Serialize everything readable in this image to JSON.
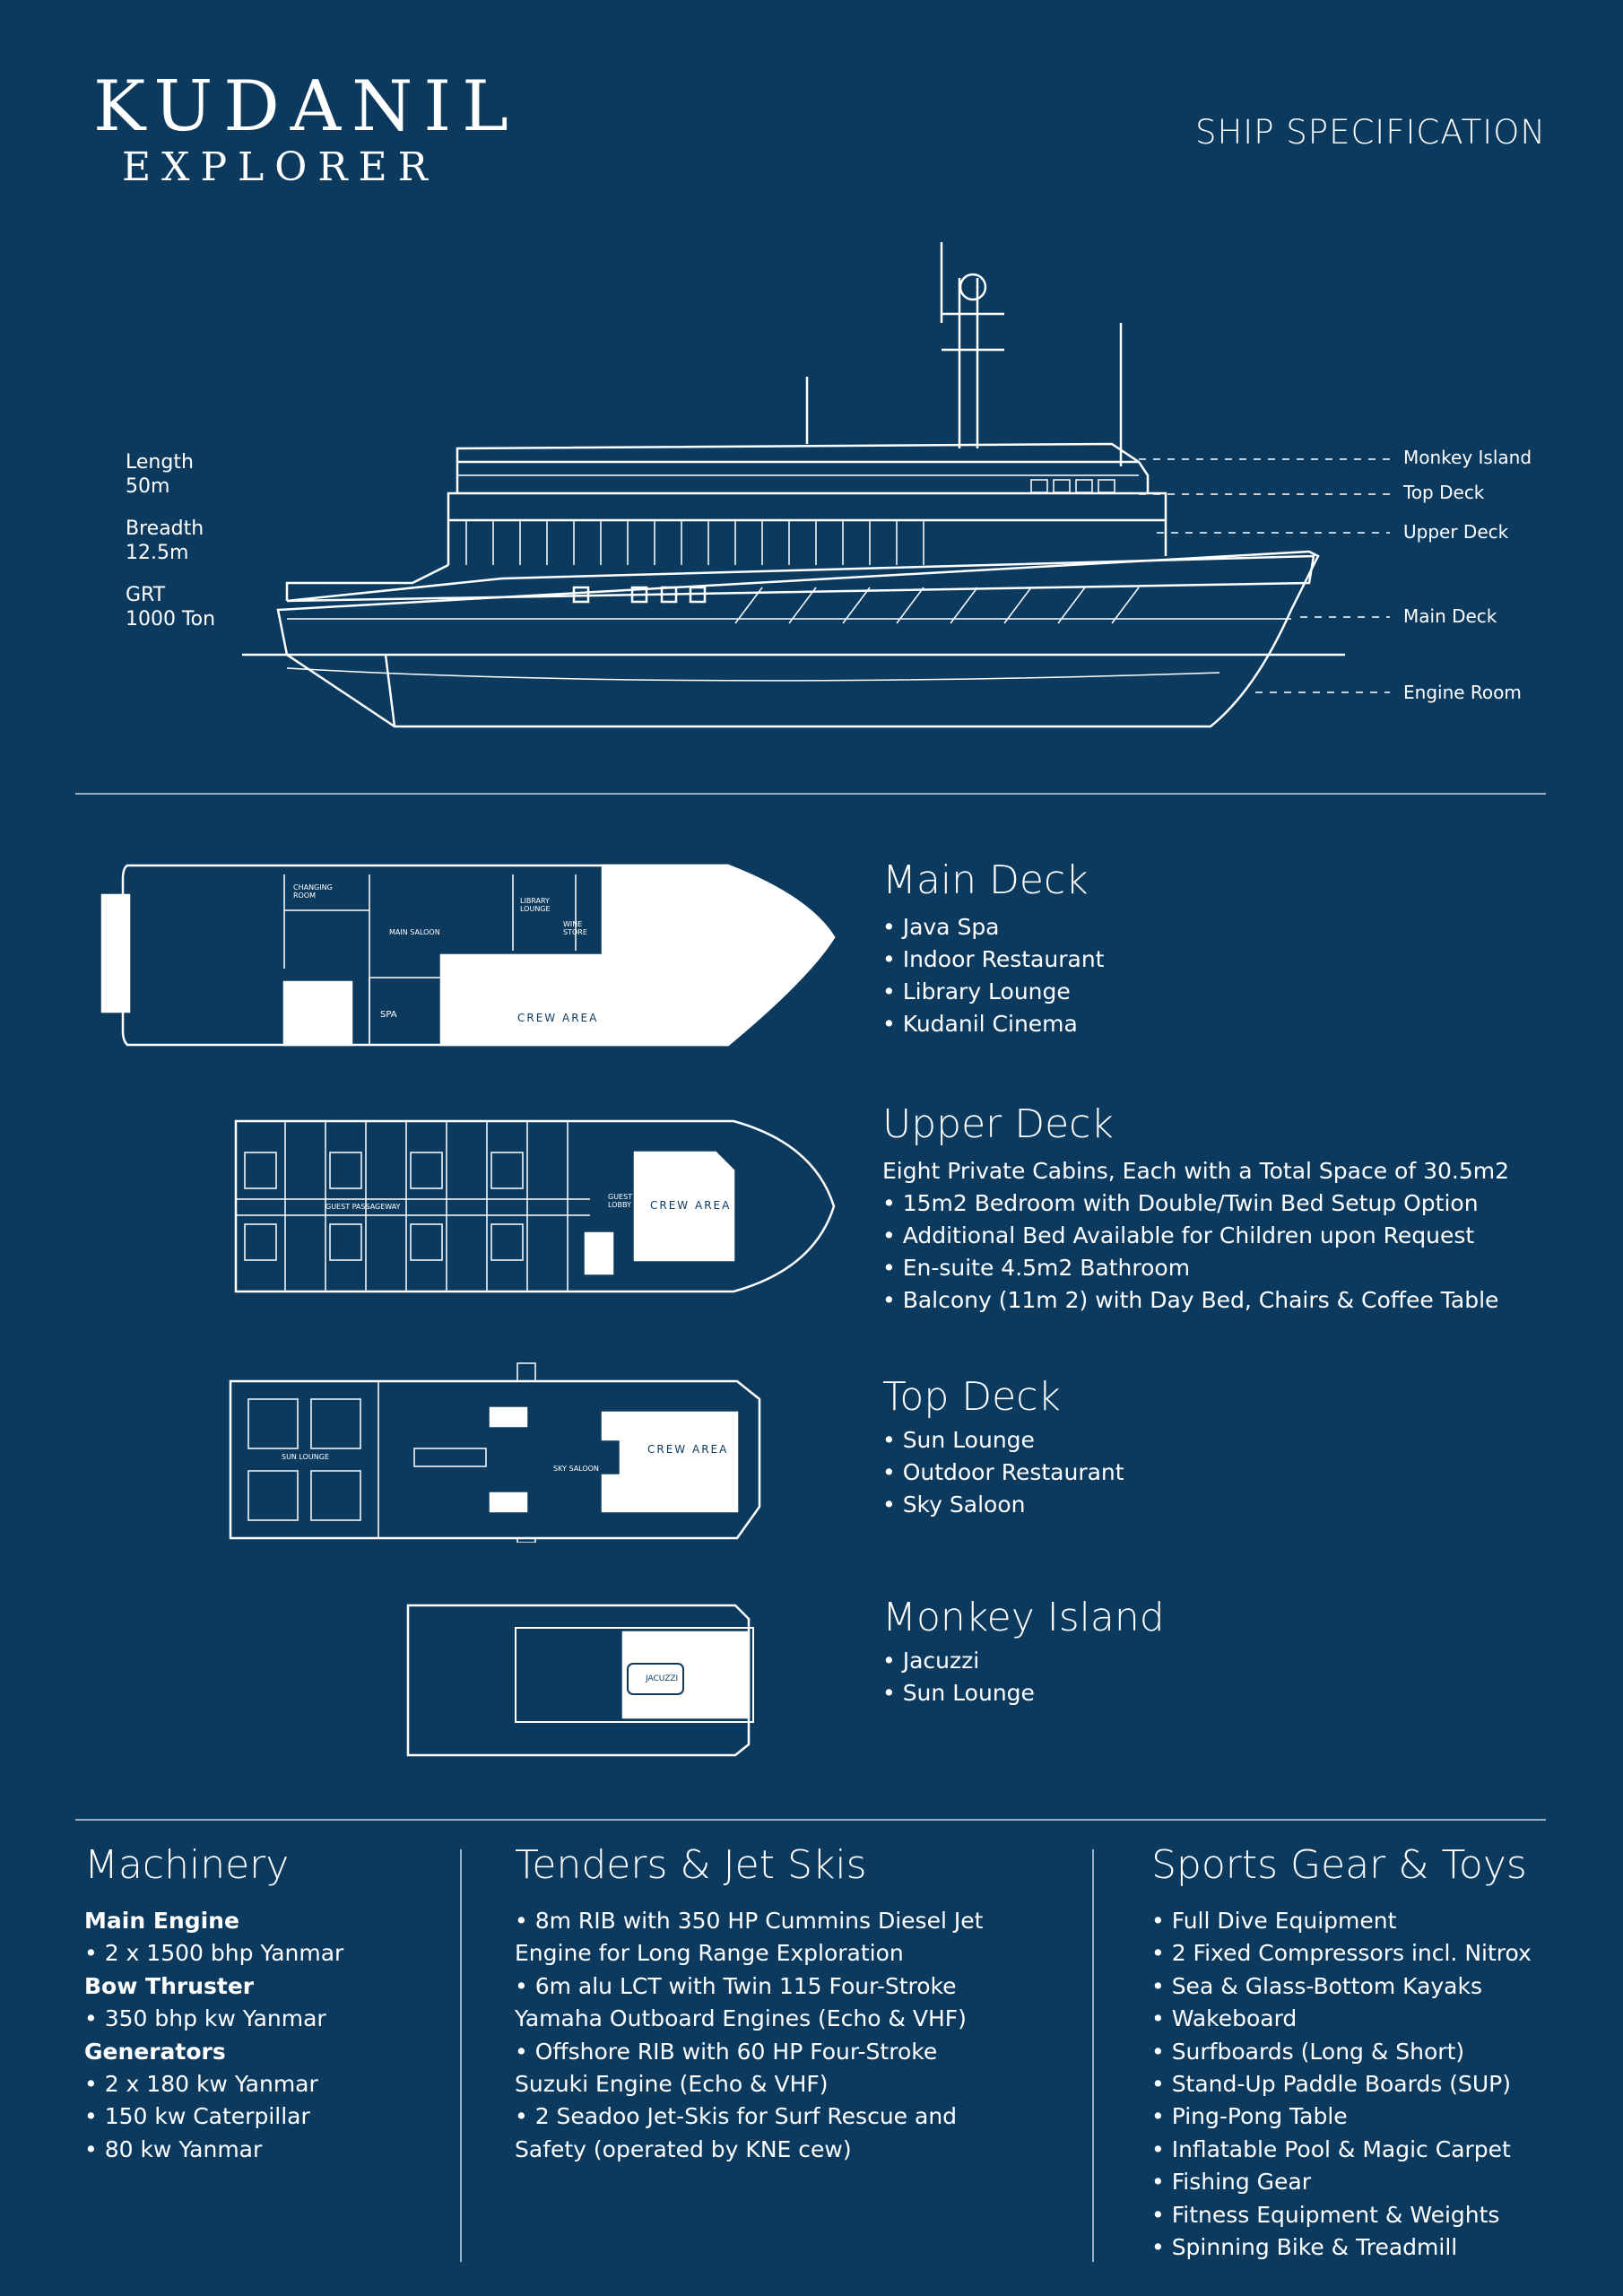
{
  "brand": {
    "line1": "KUDANIL",
    "line2": "EXPLORER"
  },
  "page_title": "SHIP SPECIFICATION",
  "specs": [
    {
      "label": "Length",
      "value": "50m"
    },
    {
      "label": "Breadth",
      "value": "12.5m"
    },
    {
      "label": "GRT",
      "value": "1000 Ton"
    }
  ],
  "profile_labels": [
    "Monkey  Island",
    "Top Deck",
    "Upper Deck",
    "Main Deck",
    "Engine Room"
  ],
  "plan_labels": {
    "main": [
      "CHANGING ROOM",
      "MAIN SALOON",
      "LIBRARY LOUNGE",
      "WINE STORE",
      "SPA",
      "CREW AREA"
    ],
    "upper": [
      "GUEST PASSAGEWAY",
      "GUEST LOBBY",
      "CREW AREA"
    ],
    "top": [
      "SUN LOUNGE",
      "SKY SALOON",
      "CREW AREA"
    ],
    "monkey": [
      "JACUZZI"
    ]
  },
  "decks": [
    {
      "title": "Main Deck",
      "items": [
        "• Java Spa",
        "• Indoor Restaurant",
        "• Library Lounge",
        "• Kudanil Cinema"
      ]
    },
    {
      "title": "Upper Deck",
      "items": [
        "Eight Private Cabins, Each with a Total Space of 30.5m2",
        "• 15m2 Bedroom with Double/Twin Bed Setup Option",
        "• Additional Bed Available for Children upon Request",
        "• En-suite 4.5m2 Bathroom",
        "• Balcony (11m 2) with Day Bed, Chairs & Coffee Table"
      ]
    },
    {
      "title": "Top Deck",
      "items": [
        "• Sun Lounge",
        "• Outdoor Restaurant",
        "• Sky Saloon"
      ]
    },
    {
      "title": "Monkey Island",
      "items": [
        "• Jacuzzi",
        "• Sun Lounge"
      ]
    }
  ],
  "machinery": {
    "title": "Machinery",
    "main_engine": {
      "heading": "Main Engine",
      "items": [
        "• 2 x 1500 bhp Yanmar"
      ]
    },
    "bow_thruster": {
      "heading": "Bow Thruster",
      "items": [
        "• 350 bhp kw Yanmar"
      ]
    },
    "generators": {
      "heading": "Generators",
      "items": [
        "• 2 x 180 kw Yanmar",
        "• 150 kw Caterpillar",
        "•  80 kw Yanmar"
      ]
    }
  },
  "tenders": {
    "title": "Tenders & Jet Skis",
    "lines": [
      "• 8m RIB with 350 HP Cummins Diesel Jet",
      "Engine for Long Range Exploration",
      "• 6m alu LCT with Twin 115 Four-Stroke",
      "Yamaha Outboard Engines (Echo & VHF)",
      "• Offshore RIB with 60 HP Four-Stroke",
      "Suzuki Engine (Echo & VHF)",
      "• 2 Seadoo Jet-Skis for Surf Rescue and",
      "Safety (operated by KNE cew)"
    ]
  },
  "sports": {
    "title": "Sports Gear & Toys",
    "items": [
      "• Full Dive Equipment",
      "• 2 Fixed Compressors incl. Nitrox",
      "• Sea & Glass-Bottom Kayaks",
      "• Wakeboard",
      "• Surfboards (Long & Short)",
      "• Stand-Up Paddle Boards (SUP)",
      "• Ping-Pong Table",
      "• Inflatable Pool & Magic Carpet",
      "• Fishing Gear",
      "• Fitness Equipment & Weights",
      "• Spinning Bike & Treadmill"
    ]
  }
}
